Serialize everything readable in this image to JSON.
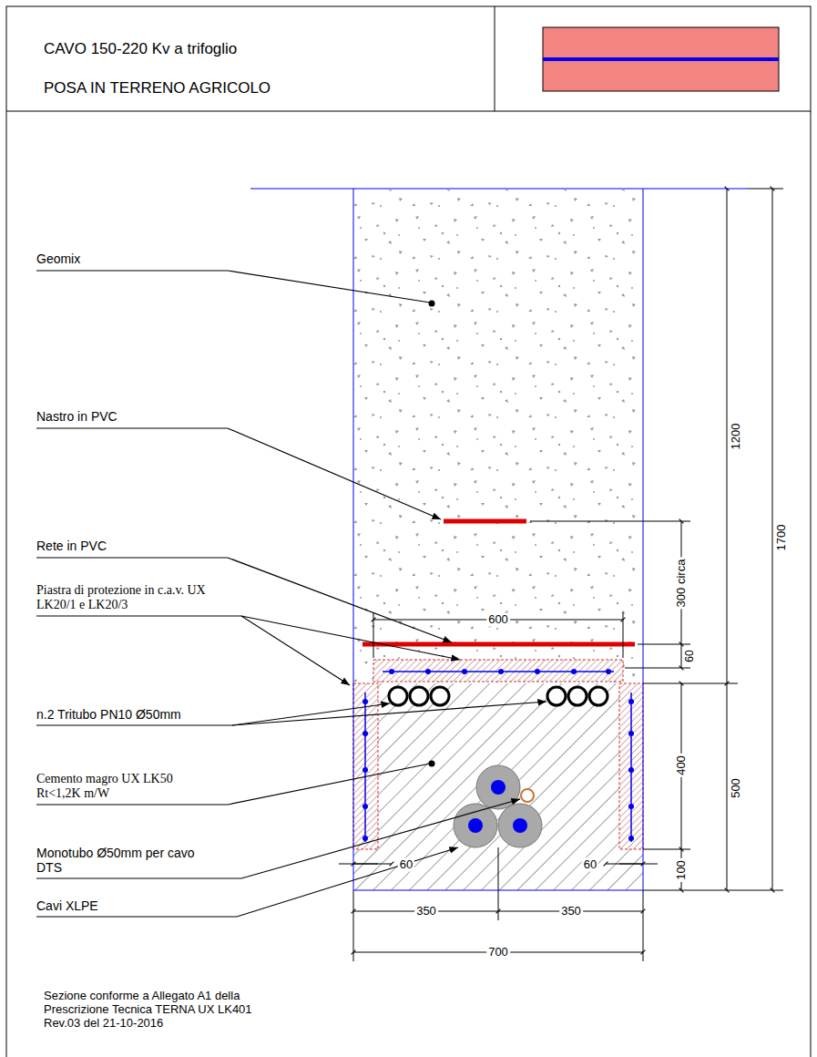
{
  "diagram": {
    "title": "CAVO 150-220 Kv a trifoglio POSA IN TERRENO AGRICOLO",
    "caption": "Sezione conforme a Allegato A1 della Prescrizione Tecnica TERNA UX LK401 Rev.03 del 21-10-2016",
    "labels": [
      "Geomix",
      "Nastro in PVC",
      "Rete in PVC",
      "Piastra di protezione in c.a.v. UX LK20/1 e LK20/3",
      "n.2 Tritubo PN10 Ø50mm",
      "Cemento magro UX LK50 Rt<1,2K m/W",
      "Monotubo Ø50mm per cavo DTS",
      "Cavi XLPE",
      "1200",
      "1700",
      "300 circa",
      "600",
      "60",
      "400",
      "500",
      "100",
      "60",
      "60",
      "350",
      "350",
      "700"
    ]
  }
}
